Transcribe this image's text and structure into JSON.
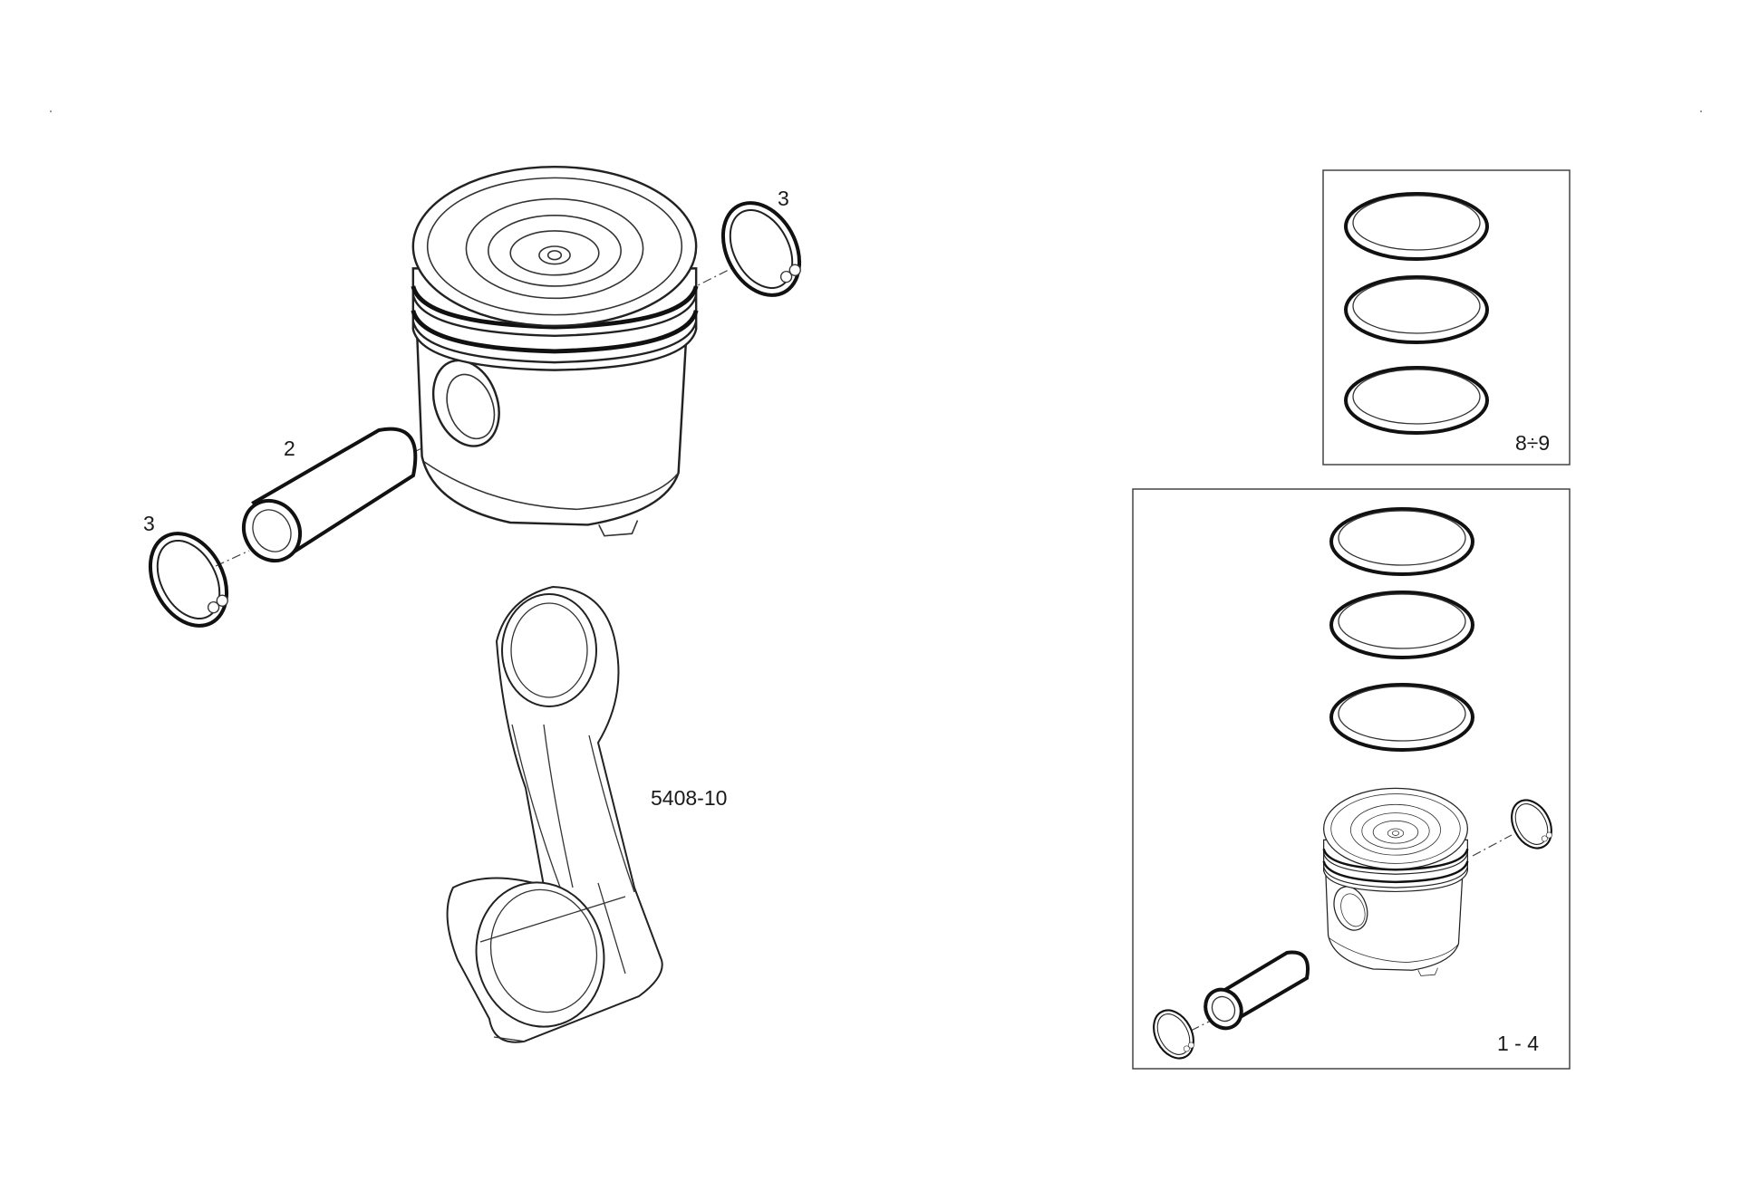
{
  "labels": {
    "snap_ring_top": "3",
    "snap_ring_left": "3",
    "piston_pin": "2",
    "connecting_rod": "5408-10",
    "rings_kit": "8÷9",
    "piston_kit": "1 - 4"
  }
}
